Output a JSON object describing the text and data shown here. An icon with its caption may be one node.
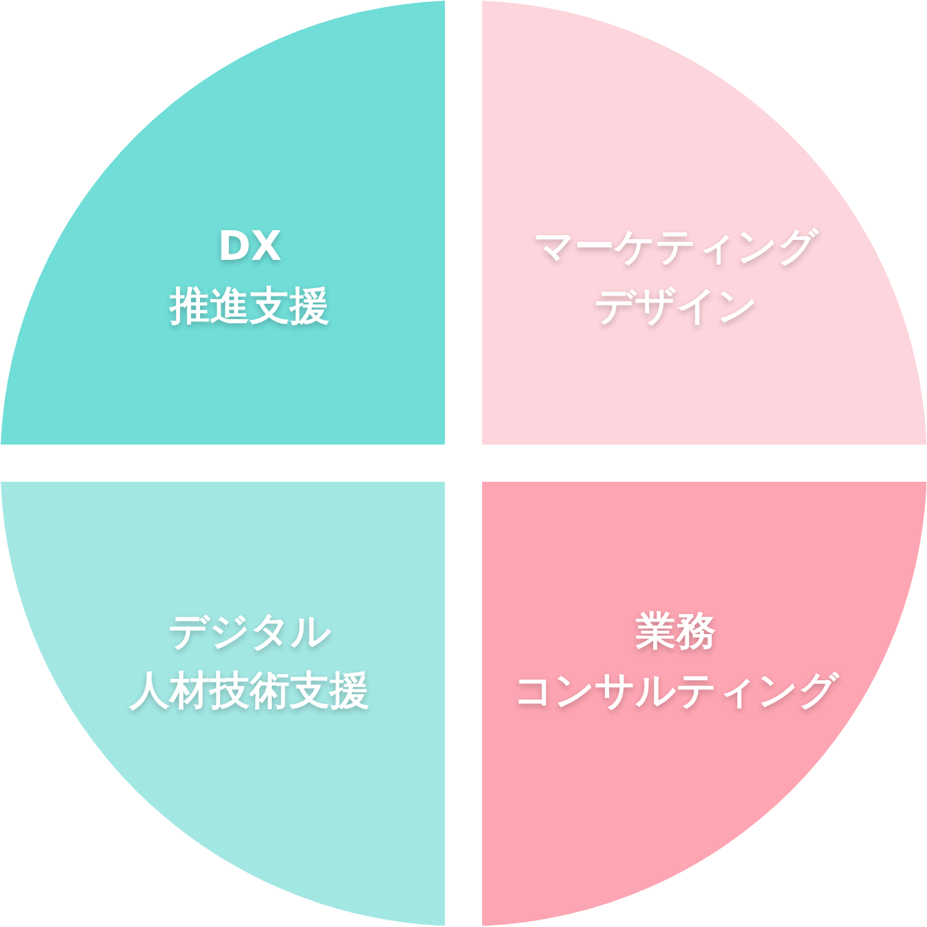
{
  "diagram": {
    "nodes": [
      {
        "text": [
          "DX",
          "推進支援"
        ]
      },
      {
        "text": [
          "マーケティング",
          "デザイン"
        ]
      },
      {
        "text": [
          "デジタル",
          "人材技術支援"
        ]
      },
      {
        "text": [
          "業務",
          "コンサルティング"
        ]
      }
    ]
  }
}
